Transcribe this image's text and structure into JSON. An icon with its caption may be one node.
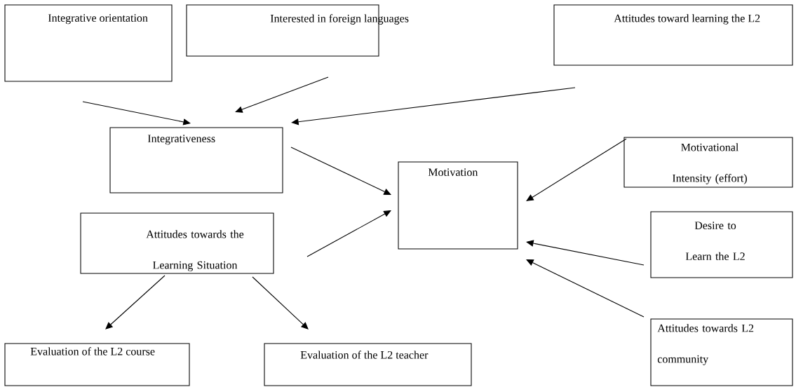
{
  "diagram": {
    "nodes": [
      {
        "text": [
          "Integrative orientation"
        ]
      },
      {
        "text": [
          "Interested in foreign languages"
        ]
      },
      {
        "text": [
          "Attitudes toward learning the L2"
        ]
      },
      {
        "text": [
          "Integrativeness"
        ]
      },
      {
        "text": [
          "Motivation"
        ]
      },
      {
        "text": [
          "Motivational Intensity (effort)"
        ]
      },
      {
        "text": [
          "Desire to Learn the L2"
        ]
      },
      {
        "text": [
          "Attitudes towards the Learning Situation"
        ]
      },
      {
        "text": [
          "Evaluation of the L2 course"
        ]
      },
      {
        "text": [
          "Evaluation of the L2 teacher"
        ]
      },
      {
        "text": [
          "Attitudes towards L2 community"
        ]
      }
    ],
    "edges": [
      {
        "from": 0,
        "to": 3,
        "arrow": "to"
      },
      {
        "from": 1,
        "to": 3,
        "arrow": "to"
      },
      {
        "from": 2,
        "to": 3,
        "arrow": "to"
      },
      {
        "from": 3,
        "to": 4,
        "arrow": "to"
      },
      {
        "from": 7,
        "to": 4,
        "arrow": "to"
      },
      {
        "from": 5,
        "to": 4,
        "arrow": "to"
      },
      {
        "from": 6,
        "to": 4,
        "arrow": "to"
      },
      {
        "from": 10,
        "to": 4,
        "arrow": "to"
      },
      {
        "from": 7,
        "to": 8,
        "arrow": "to"
      },
      {
        "from": 7,
        "to": 9,
        "arrow": "to"
      }
    ]
  }
}
